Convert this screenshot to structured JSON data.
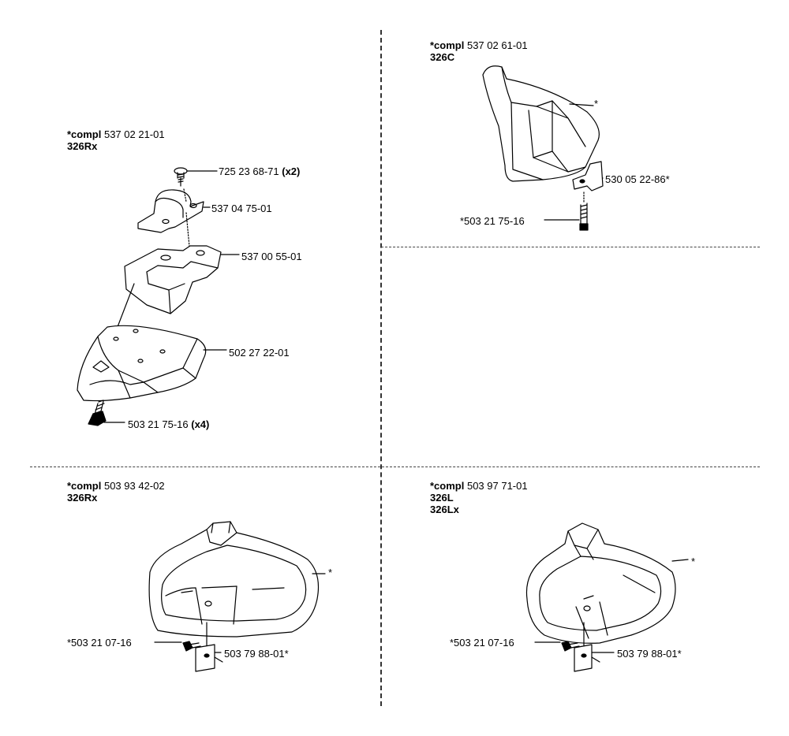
{
  "panels": {
    "top_left": {
      "compl_prefix": "*compl",
      "compl_number": "537 02 21-01",
      "models": [
        "326Rx"
      ],
      "parts": [
        {
          "number": "725 23 68-71",
          "qty": "(x2)"
        },
        {
          "number": "537 04 75-01",
          "qty": ""
        },
        {
          "number": "537 00 55-01",
          "qty": ""
        },
        {
          "number": "502 27 22-01",
          "qty": ""
        },
        {
          "number": "503 21 75-16",
          "qty": "(x4)"
        }
      ]
    },
    "top_right": {
      "compl_prefix": "*compl",
      "compl_number": "537 02 61-01",
      "models": [
        "326C"
      ],
      "guard_marker": "*",
      "parts": [
        {
          "number": "530 05 22-86*"
        },
        {
          "number": "*503 21 75-16"
        }
      ]
    },
    "bottom_left": {
      "compl_prefix": "*compl",
      "compl_number": "503 93 42-02",
      "models": [
        "326Rx"
      ],
      "guard_marker": "*",
      "parts": [
        {
          "number": "*503 21 07-16"
        },
        {
          "number": "503 79 88-01*"
        }
      ]
    },
    "bottom_right": {
      "compl_prefix": "*compl",
      "compl_number": "503 97 71-01",
      "models": [
        "326L",
        "326Lx"
      ],
      "guard_marker": "*",
      "parts": [
        {
          "number": "*503 21 07-16"
        },
        {
          "number": "503 79 88-01*"
        }
      ]
    }
  }
}
